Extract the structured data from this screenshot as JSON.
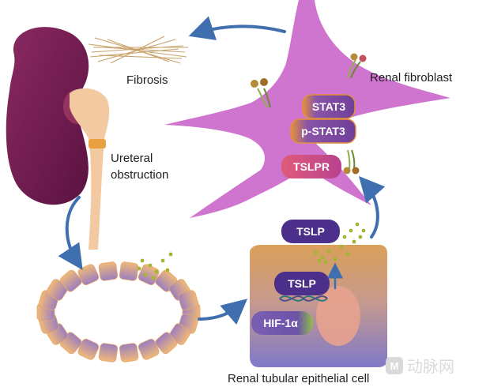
{
  "labels": {
    "fibrosis": "Fibrosis",
    "renal_fibroblast": "Renal fibroblast",
    "ureteral": "Ureteral",
    "obstruction": "obstruction",
    "renal_tubular_epithelial_cell": "Renal tubular epithelial cell"
  },
  "molecules": {
    "stat3": "STAT3",
    "p_stat3": "p-STAT3",
    "tslpr": "TSLPR",
    "tslp_secreted": "TSLP",
    "tslp_intracellular": "TSLP",
    "hif1a": "HIF-1α"
  },
  "watermark": {
    "text": "动脉网",
    "icon_letter": "M"
  },
  "colors": {
    "kidney": "#6e1b4e",
    "fibroblast": "#cf74cf",
    "ureter": "#f3c9a2",
    "arrow": "#3f6fae",
    "tslp_pill": "#4b2f8a",
    "stat3_pill": "#7a4ba0",
    "tslpr_pill": "#c64b8a",
    "hif_pill": "#6b53a6",
    "dots": "#a3b534"
  }
}
